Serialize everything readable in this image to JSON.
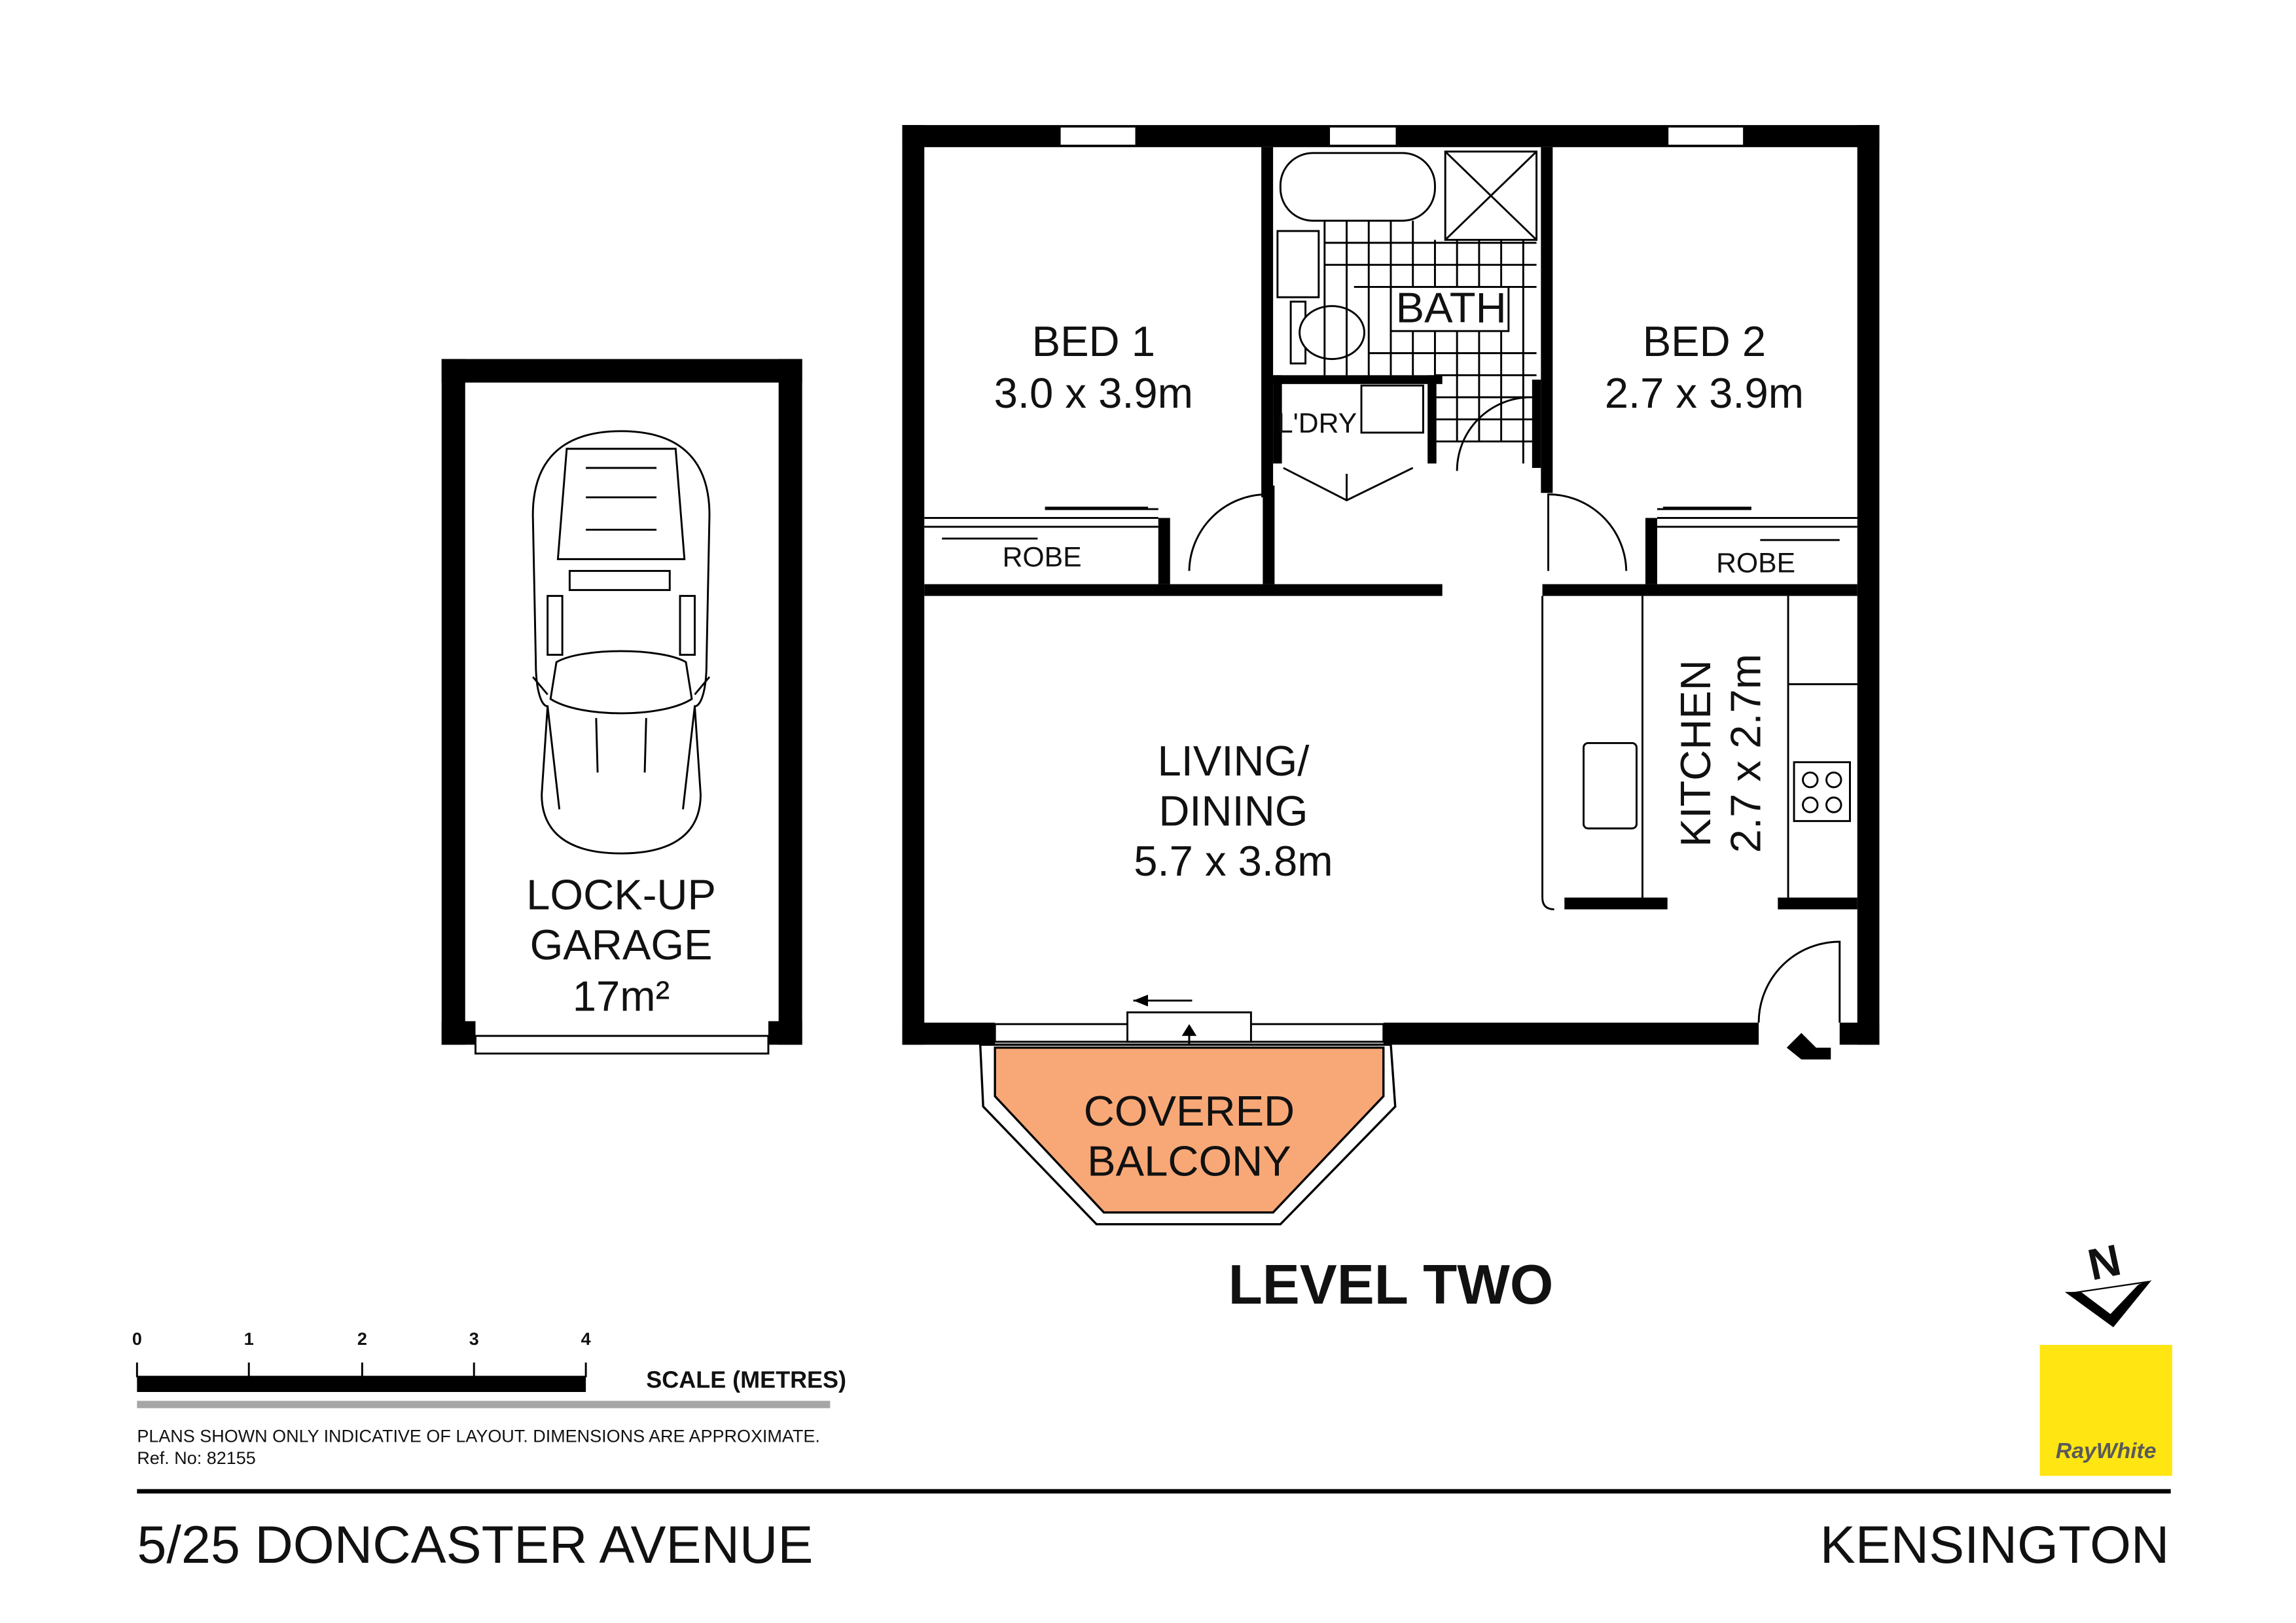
{
  "plan": {
    "level_title": "LEVEL TWO",
    "rooms": {
      "bed1": {
        "name": "BED 1",
        "size": "3.0 x 3.9m"
      },
      "bed2": {
        "name": "BED 2",
        "size": "2.7 x 3.9m"
      },
      "bath": {
        "name": "BATH"
      },
      "laundry": {
        "name": "L'DRY"
      },
      "robe1": {
        "name": "ROBE"
      },
      "robe2": {
        "name": "ROBE"
      },
      "living": {
        "name_line1": "LIVING/",
        "name_line2": "DINING",
        "size": "5.7 x 3.8m"
      },
      "kitchen": {
        "name": "KITCHEN",
        "size": "2.7 x 2.7m"
      },
      "garage": {
        "name_line1": "LOCK-UP",
        "name_line2": "GARAGE",
        "size": "17m²"
      },
      "balcony": {
        "name_line1": "COVERED",
        "name_line2": "BALCONY",
        "color": "#f8a877"
      }
    }
  },
  "scale": {
    "ticks": [
      "0",
      "1",
      "2",
      "3",
      "4"
    ],
    "label": "SCALE (METRES)"
  },
  "disclaimer": "PLANS SHOWN ONLY INDICATIVE OF LAYOUT.  DIMENSIONS ARE APPROXIMATE.",
  "ref": "Ref. No: 82155",
  "compass": {
    "label": "N",
    "icon": "north-arrow-icon"
  },
  "brand": {
    "name": "RayWhite",
    "bg_color": "#ffe512",
    "text_color": "#5a5a5a"
  },
  "footer": {
    "address": "5/25 DONCASTER AVENUE",
    "suburb": "KENSINGTON"
  }
}
